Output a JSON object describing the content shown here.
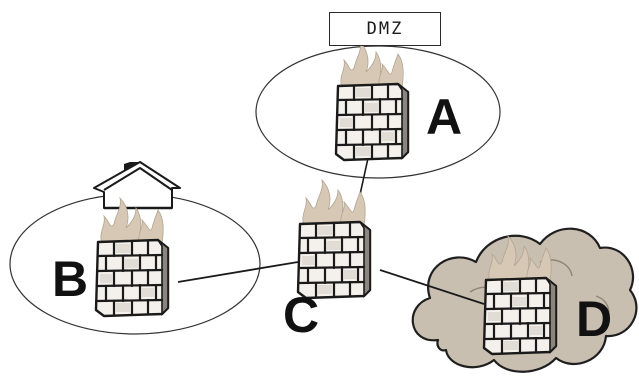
{
  "zone_tag": "DMZ",
  "nodes": {
    "a": {
      "label": "A"
    },
    "b": {
      "label": "B"
    },
    "c": {
      "label": "C"
    },
    "d": {
      "label": "D"
    }
  },
  "colors": {
    "ink": "#1a1a1a",
    "smoke": "#d8cbb8",
    "cloud_fill": "#c9bfb1",
    "brick_fill": "#f4f1ec"
  },
  "icons": [
    "firewall-icon",
    "house-icon",
    "cloud-icon"
  ]
}
